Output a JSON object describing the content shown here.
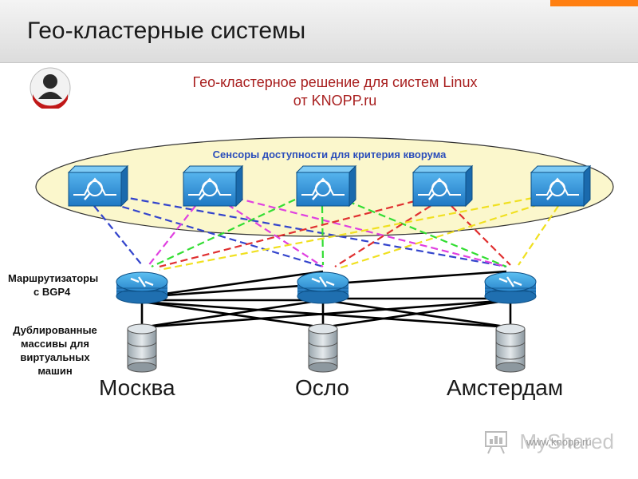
{
  "header": {
    "title": "Гео-кластерные системы"
  },
  "subtitle": {
    "line1": "Гео-кластерное решение для систем Linux",
    "line2": "от KNOPP.ru"
  },
  "diagram": {
    "sensor_zone_label": "Сенсоры доступности для критерия кворума",
    "routers_label_line1": "Маршрутизаторы",
    "routers_label_line2": "с BGP4",
    "storage_label_line1": "Дублированные",
    "storage_label_line2": "массивы для",
    "storage_label_line3": "виртуальных",
    "storage_label_line4": "машин",
    "cities": [
      "Москва",
      "Осло",
      "Амстердам"
    ],
    "colors": {
      "sensor_zone": "#fbf7cc",
      "device_blue": "#2a90d6",
      "link_red": "#e03030",
      "link_blue": "#3344cc",
      "link_magenta": "#e040e0",
      "link_green": "#33dd33",
      "link_yellow": "#f0e020",
      "link_black": "#000000"
    }
  },
  "watermark": {
    "brand": "MyShared",
    "url": "www.knopp.ru"
  }
}
